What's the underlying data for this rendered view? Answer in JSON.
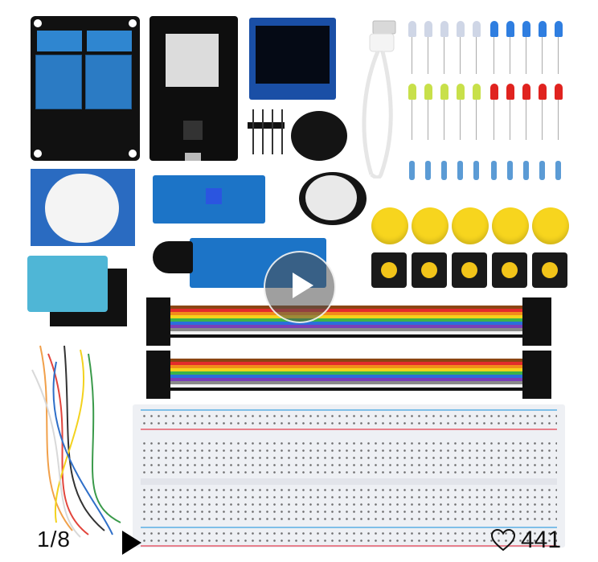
{
  "gallery": {
    "image_alt": "Electronics starter kit: 2-channel relay module, ESP32 dev board, OLED display, USB cable, LEDs, resistors, push buttons, PIR sensor, DHT11 sensor, IR sensor modules, buzzers, jumper wires, breadboard",
    "position_current": "1",
    "position_total": "8",
    "position_label": "1/8",
    "video_play_icon": "play-icon",
    "autoplay_icon": "play-icon",
    "likes_icon": "heart-icon",
    "likes_count": "441"
  },
  "kit_items": {
    "led_colors": [
      "#cfd6e6",
      "#2f7ee0",
      "#c8e04a",
      "#e0231f"
    ],
    "cap_color": "#f7d51e",
    "relay_color": "#2b7bc4",
    "pcb_blue": "#1c74c7",
    "ribbon_colors": [
      "#8b4513",
      "#e32b2b",
      "#f28c1a",
      "#f5d31a",
      "#3bb34a",
      "#2a6fdb",
      "#7a3fb8",
      "#8a8a8a",
      "#f2f2f2",
      "#111111"
    ]
  }
}
